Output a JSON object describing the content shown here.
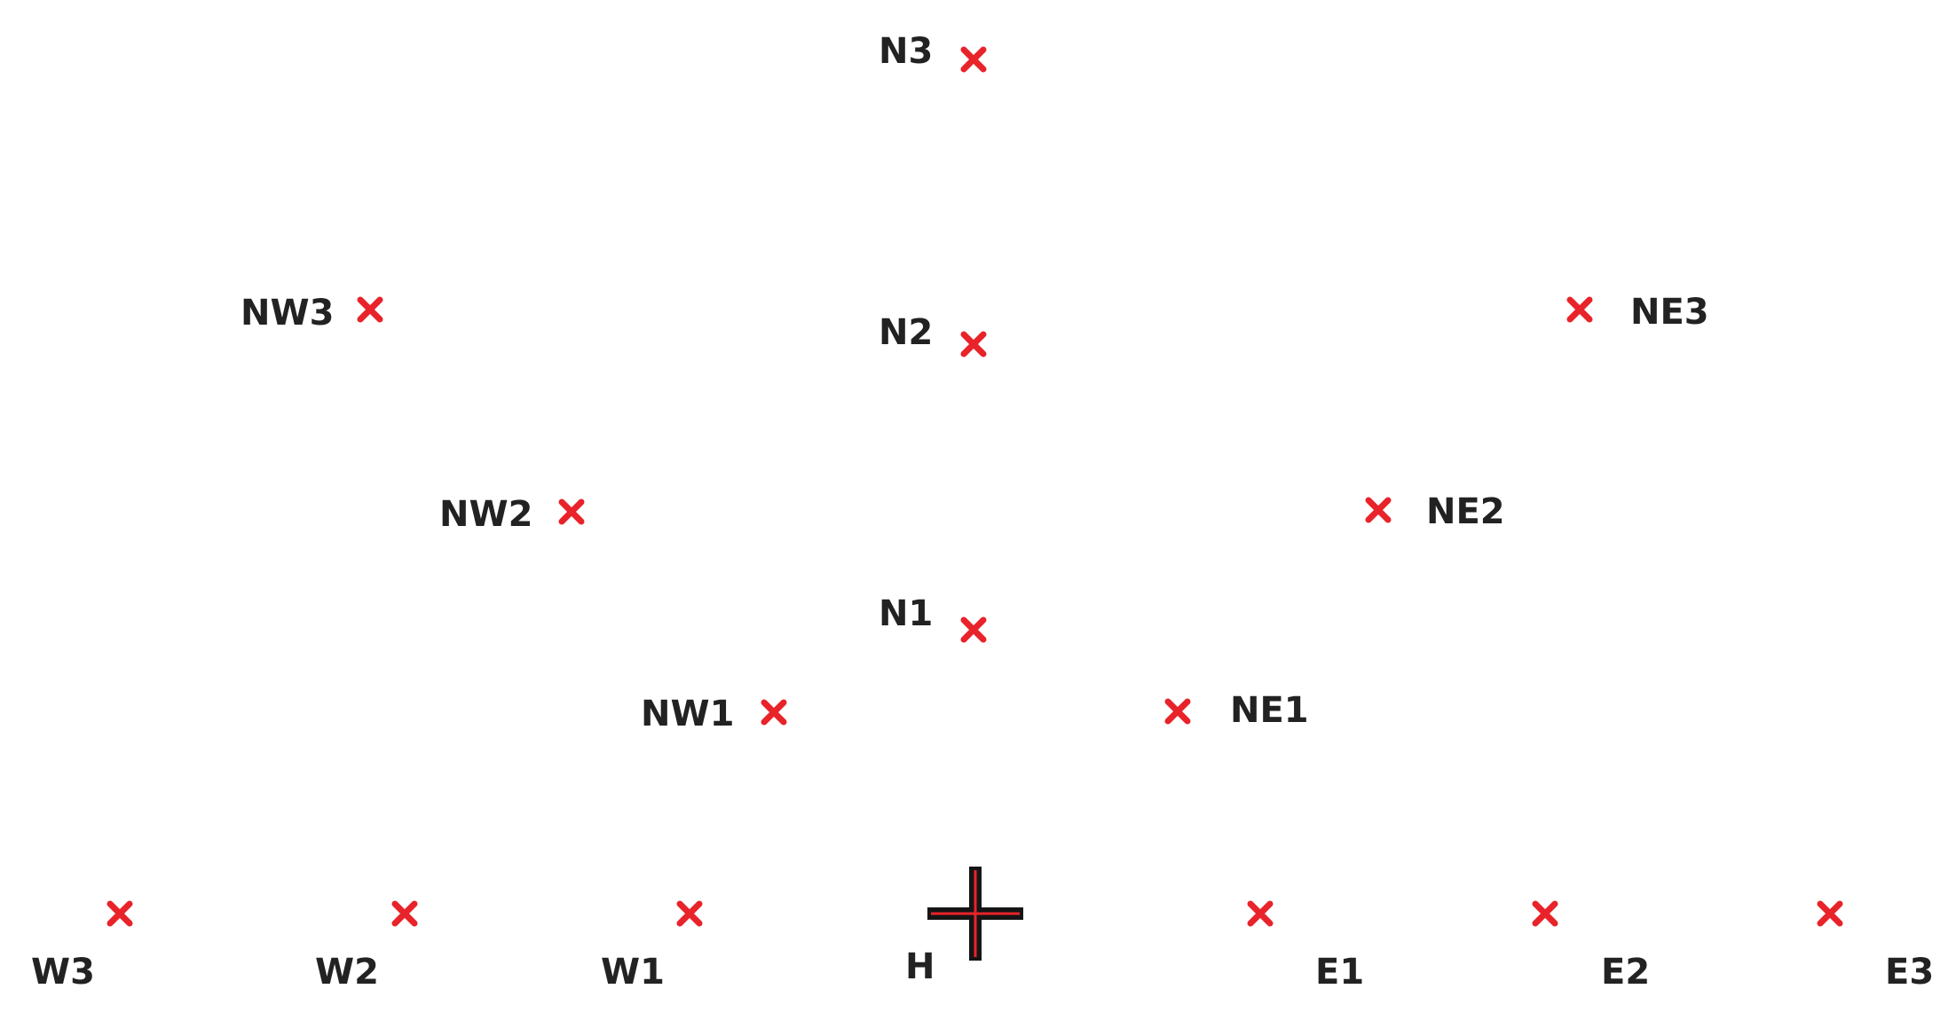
{
  "colors": {
    "marker": "#e8232a",
    "label": "#222222",
    "home_cross_outer": "#151515",
    "home_cross_inner": "#e8232a"
  },
  "icons": {
    "target": "x-mark-icon",
    "home": "cross-icon"
  },
  "points": [
    {
      "id": "N3",
      "label": "N3"
    },
    {
      "id": "N2",
      "label": "N2"
    },
    {
      "id": "N1",
      "label": "N1"
    },
    {
      "id": "NW3",
      "label": "NW3"
    },
    {
      "id": "NW2",
      "label": "NW2"
    },
    {
      "id": "NW1",
      "label": "NW1"
    },
    {
      "id": "NE3",
      "label": "NE3"
    },
    {
      "id": "NE2",
      "label": "NE2"
    },
    {
      "id": "NE1",
      "label": "NE1"
    },
    {
      "id": "W3",
      "label": "W3"
    },
    {
      "id": "W2",
      "label": "W2"
    },
    {
      "id": "W1",
      "label": "W1"
    },
    {
      "id": "E1",
      "label": "E1"
    },
    {
      "id": "E2",
      "label": "E2"
    },
    {
      "id": "E3",
      "label": "E3"
    }
  ],
  "home": {
    "label": "H"
  }
}
